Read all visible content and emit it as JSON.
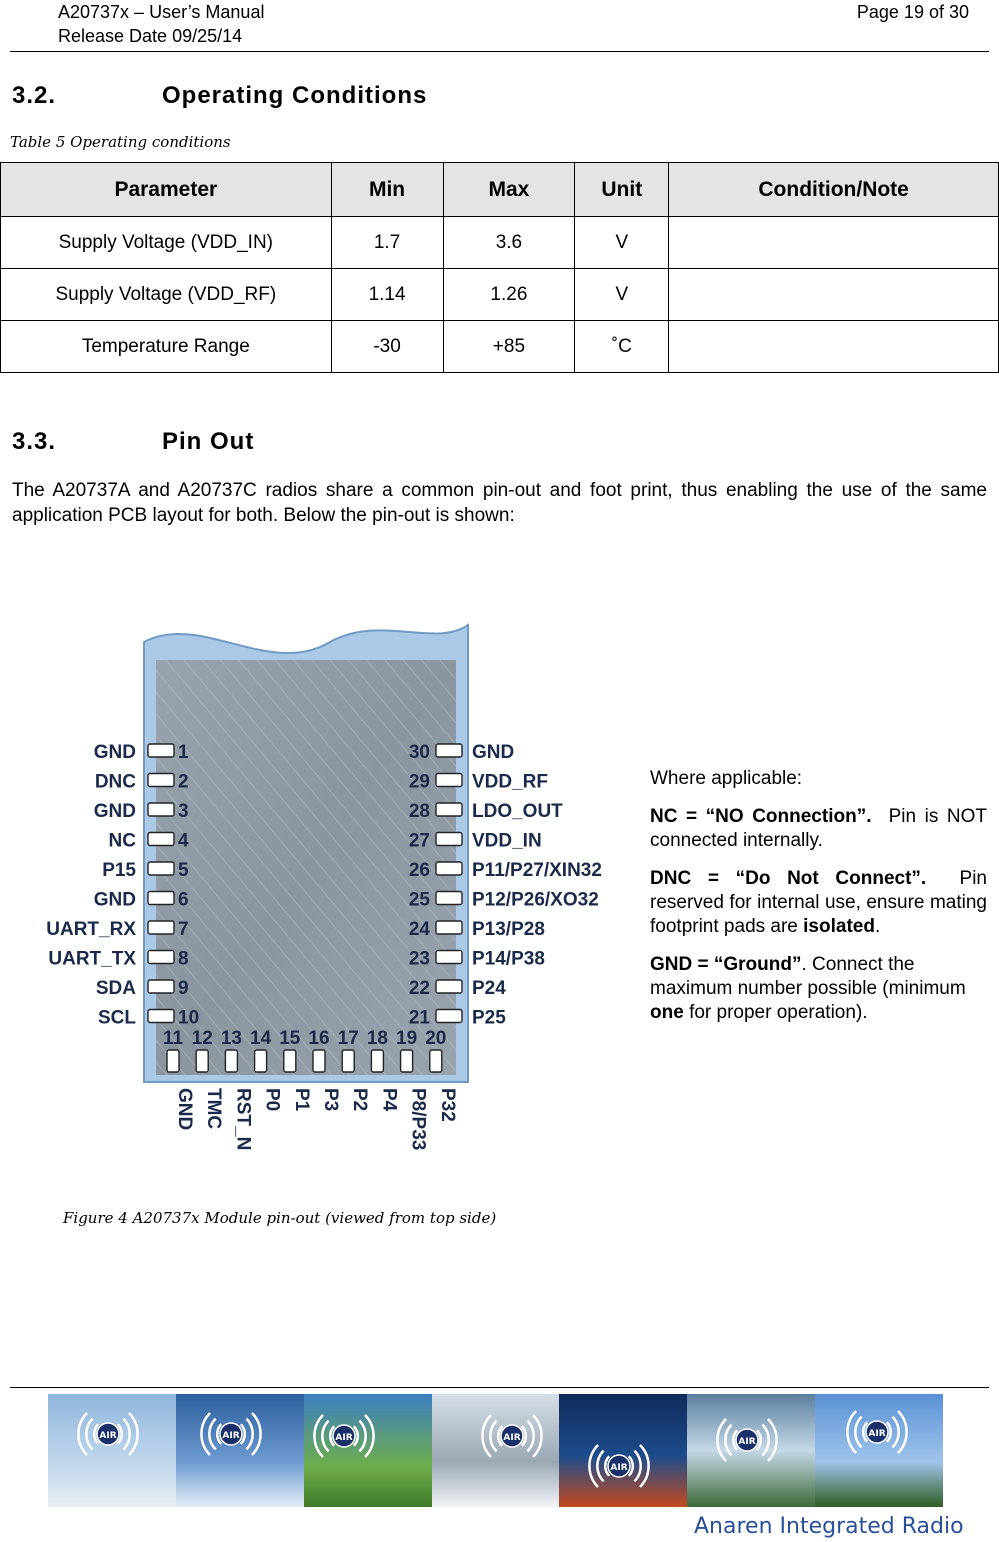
{
  "header": {
    "manual": "A20737x – User’s Manual",
    "release": "Release Date 09/25/14",
    "page": "Page 19 of 30"
  },
  "section_operating": {
    "number": "3.2.",
    "title": "Operating Conditions",
    "table_caption": "Table 5 Operating conditions",
    "columns": [
      "Parameter",
      "Min",
      "Max",
      "Unit",
      "Condition/Note"
    ],
    "rows": [
      [
        "Supply Voltage (VDD_IN)",
        "1.7",
        "3.6",
        "V",
        ""
      ],
      [
        "Supply Voltage (VDD_RF)",
        "1.14",
        "1.26",
        "V",
        ""
      ],
      [
        "Temperature Range",
        "-30",
        "+85",
        "˚C",
        ""
      ]
    ]
  },
  "section_pinout": {
    "number": "3.3.",
    "title": "Pin Out",
    "paragraph": "The A20737A and A20737C radios share a common pin-out and foot print, thus enabling the use of the same application PCB layout for both. Below the pin-out is shown:",
    "figure_caption": "Figure 4 A20737x Module pin-out (viewed from top side)",
    "left_pins": [
      {
        "num": "1",
        "name": "GND"
      },
      {
        "num": "2",
        "name": "DNC"
      },
      {
        "num": "3",
        "name": "GND"
      },
      {
        "num": "4",
        "name": "NC"
      },
      {
        "num": "5",
        "name": "P15"
      },
      {
        "num": "6",
        "name": "GND"
      },
      {
        "num": "7",
        "name": "UART_RX"
      },
      {
        "num": "8",
        "name": "UART_TX"
      },
      {
        "num": "9",
        "name": "SDA"
      },
      {
        "num": "10",
        "name": "SCL"
      }
    ],
    "right_pins": [
      {
        "num": "30",
        "name": "GND"
      },
      {
        "num": "29",
        "name": "VDD_RF"
      },
      {
        "num": "28",
        "name": "LDO_OUT"
      },
      {
        "num": "27",
        "name": "VDD_IN"
      },
      {
        "num": "26",
        "name": "P11/P27/XIN32"
      },
      {
        "num": "25",
        "name": "P12/P26/XO32"
      },
      {
        "num": "24",
        "name": "P13/P28"
      },
      {
        "num": "23",
        "name": "P14/P38"
      },
      {
        "num": "22",
        "name": "P24"
      },
      {
        "num": "21",
        "name": "P25"
      }
    ],
    "bottom_pins": [
      {
        "num": "11",
        "name": "GND"
      },
      {
        "num": "12",
        "name": "TMC"
      },
      {
        "num": "13",
        "name": "RST_N"
      },
      {
        "num": "14",
        "name": "P0"
      },
      {
        "num": "15",
        "name": "P1"
      },
      {
        "num": "16",
        "name": "P3"
      },
      {
        "num": "17",
        "name": "P2"
      },
      {
        "num": "18",
        "name": "P4"
      },
      {
        "num": "19",
        "name": "P8/P33"
      },
      {
        "num": "20",
        "name": "P32"
      }
    ],
    "notes": {
      "intro": "Where applicable:",
      "nc_term": "NC = “NO Connection”.",
      "nc_desc": "Pin is NOT connected internally.",
      "dnc_term": "DNC = “Do Not Connect”.",
      "dnc_desc": "Pin reserved for internal use, ensure mating footprint pads are",
      "dnc_bold": "isolated",
      "dnc_end": ".",
      "gnd_term": "GND = “Ground”",
      "gnd_desc": ". Connect the maximum number possible (minimum",
      "gnd_bold": "one",
      "gnd_end": "for proper operation)."
    }
  },
  "footer": {
    "logo_badge": "AIR",
    "brand": "Anaren Integrated Radio"
  }
}
